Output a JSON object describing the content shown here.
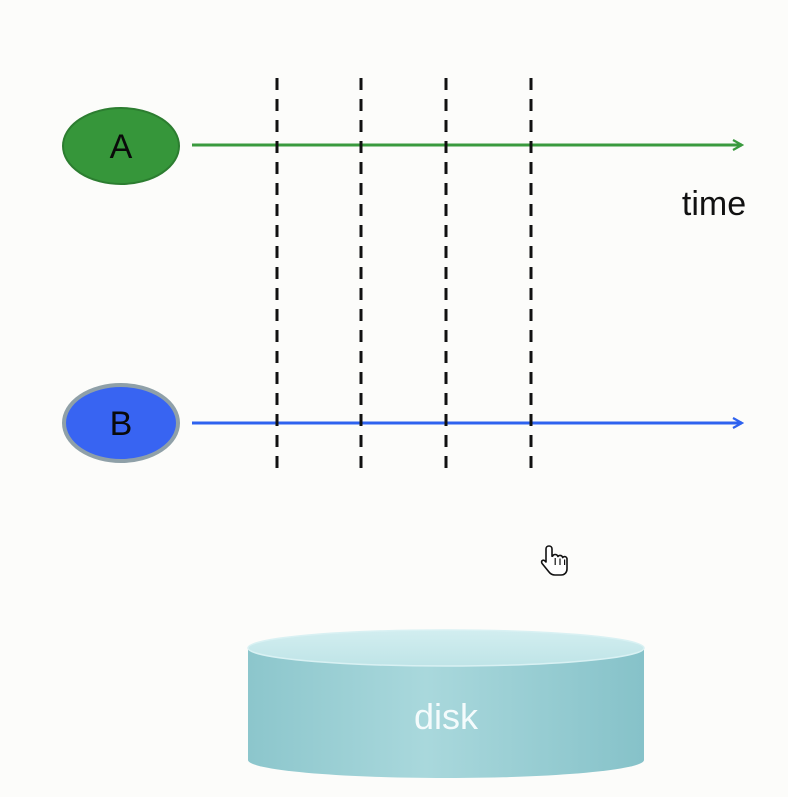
{
  "nodes": {
    "a": {
      "label": "A",
      "fill": "#36963a",
      "stroke": "#2c7d30"
    },
    "b": {
      "label": "B",
      "fill": "#3864f2",
      "stroke": "#8fa0a8"
    }
  },
  "timelines": {
    "a_color": "#3a9a3e",
    "b_color": "#2e62ef",
    "time_label": "time"
  },
  "markers": {
    "count": 4,
    "style": "dashed",
    "color": "#111111"
  },
  "disk": {
    "label": "disk",
    "top_color": "#c4e7ea",
    "body_color": "#96cdd3"
  },
  "cursor": {
    "icon": "hand-pointer-icon"
  }
}
